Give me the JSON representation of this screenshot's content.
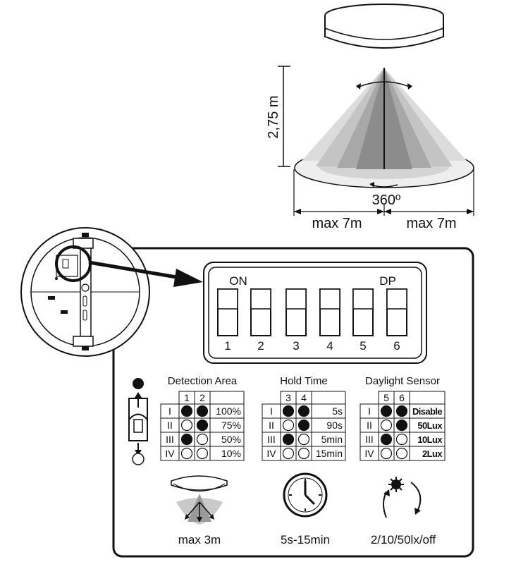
{
  "top_diagram": {
    "height_label": "2,75 m",
    "angle_label": "360º",
    "range_left": "max 7m",
    "range_right": "max 7m"
  },
  "dip_switch": {
    "on_label": "ON",
    "dp_label": "DP",
    "switch_numbers": [
      "1",
      "2",
      "3",
      "4",
      "5",
      "6"
    ]
  },
  "tables": [
    {
      "title": "Detection Area",
      "columns": [
        "1",
        "2"
      ],
      "rows": [
        {
          "roman": "I",
          "states": [
            "on",
            "on"
          ],
          "value": "100%"
        },
        {
          "roman": "II",
          "states": [
            "off",
            "on"
          ],
          "value": "75%"
        },
        {
          "roman": "III",
          "states": [
            "on",
            "off"
          ],
          "value": "50%"
        },
        {
          "roman": "IV",
          "states": [
            "off",
            "off"
          ],
          "value": "10%"
        }
      ]
    },
    {
      "title": "Hold Time",
      "columns": [
        "3",
        "4"
      ],
      "rows": [
        {
          "roman": "I",
          "states": [
            "on",
            "on"
          ],
          "value": "5s"
        },
        {
          "roman": "II",
          "states": [
            "off",
            "on"
          ],
          "value": "90s"
        },
        {
          "roman": "III",
          "states": [
            "on",
            "off"
          ],
          "value": "5min"
        },
        {
          "roman": "IV",
          "states": [
            "off",
            "off"
          ],
          "value": "15min"
        }
      ]
    },
    {
      "title": "Daylight Sensor",
      "columns": [
        "5",
        "6"
      ],
      "rows": [
        {
          "roman": "I",
          "states": [
            "on",
            "on"
          ],
          "value": "Disable"
        },
        {
          "roman": "II",
          "states": [
            "off",
            "on"
          ],
          "value": "50Lux"
        },
        {
          "roman": "III",
          "states": [
            "on",
            "off"
          ],
          "value": "10Lux"
        },
        {
          "roman": "IV",
          "states": [
            "off",
            "off"
          ],
          "value": "2Lux"
        }
      ]
    }
  ],
  "footer": {
    "detection_caption": "max 3m",
    "hold_caption": "5s-15min",
    "daylight_caption": "2/10/50lx/off"
  },
  "colors": {
    "ink": "#111111",
    "cone_light": "#d9d9d9",
    "cone_mid": "#b3b3b3",
    "cone_dark": "#8c8c8c"
  }
}
